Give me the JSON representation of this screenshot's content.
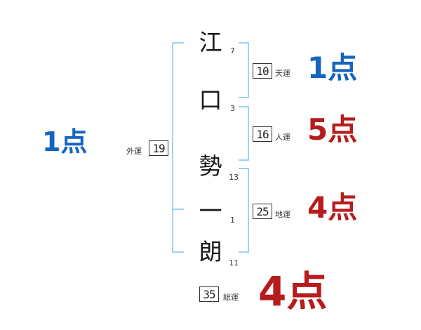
{
  "name_chars": [
    {
      "char": "江",
      "strokes": "7"
    },
    {
      "char": "口",
      "strokes": "3"
    },
    {
      "char": "勢",
      "strokes": "13"
    },
    {
      "char": "一",
      "strokes": "1"
    },
    {
      "char": "朗",
      "strokes": "11"
    }
  ],
  "gaiun": {
    "label": "外運",
    "value": "19",
    "score": "1点"
  },
  "tenun": {
    "label": "天運",
    "value": "10",
    "score": "1点"
  },
  "jinun": {
    "label": "人運",
    "value": "16",
    "score": "5点"
  },
  "chiun": {
    "label": "地運",
    "value": "25",
    "score": "4点"
  },
  "souun": {
    "label": "総運",
    "value": "35",
    "score": "4点"
  },
  "colors": {
    "bracket": "#7ec3ea",
    "good": "#b71c1c",
    "bad": "#1565c0"
  }
}
